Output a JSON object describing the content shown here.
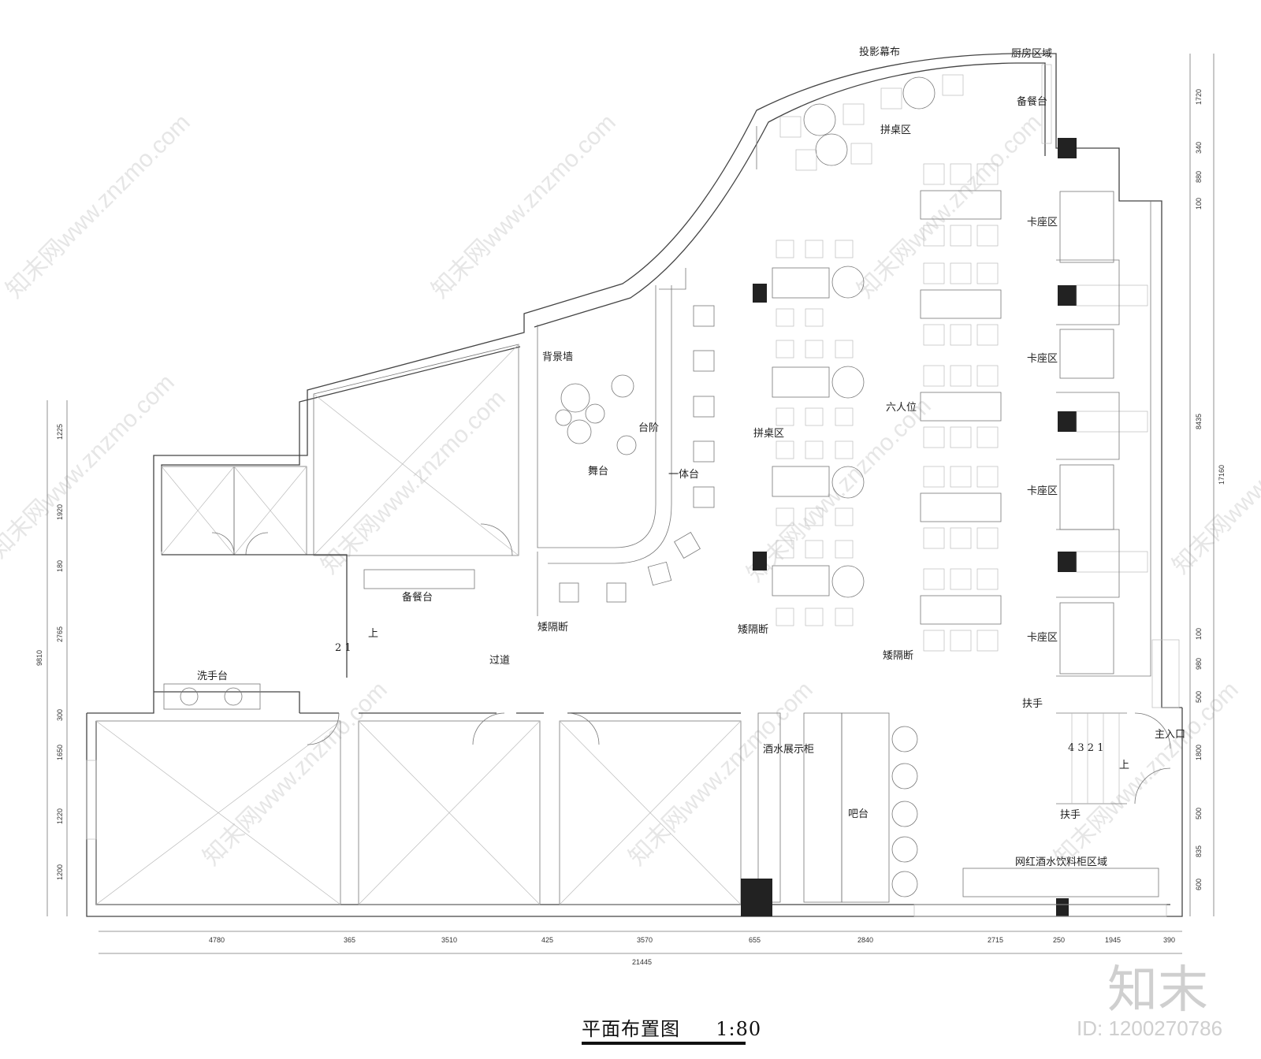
{
  "labels": {
    "projection_screen": "投影幕布",
    "kitchen_area": "厨房区域",
    "backup_counter_top": "备餐台",
    "joined_tables_top": "拼桌区",
    "booth_1": "卡座区",
    "booth_2": "卡座区",
    "booth_3": "卡座区",
    "booth_4": "卡座区",
    "backdrop_wall": "背景墙",
    "steps": "台阶",
    "stage": "舞台",
    "integrated_counter": "一体台",
    "joined_tables_mid": "拼桌区",
    "six_seat": "六人位",
    "backup_counter_mid": "备餐台",
    "partition_1": "矮隔断",
    "partition_2": "矮隔断",
    "partition_3": "矮隔断",
    "up_left": "上",
    "step_21": "2  1",
    "corridor": "过道",
    "wash_basin": "洗手台",
    "handrail_top": "扶手",
    "handrail_bottom": "扶手",
    "main_entrance": "主入口",
    "step_4321": "4  3  2  1",
    "up_right": "上",
    "wine_display": "酒水展示柜",
    "bar_counter": "吧台",
    "drinks_area": "网红酒水饮料柜区域"
  },
  "dimensions": {
    "bottom": [
      "4780",
      "365",
      "3510",
      "425",
      "3570",
      "655",
      "2840",
      "2715",
      "250",
      "1945",
      "390"
    ],
    "total_bottom": "21445",
    "left": [
      "1225",
      "1920",
      "180",
      "2765",
      "300",
      "1650",
      "1220",
      "1200"
    ],
    "total_left": "9810",
    "right": [
      "1720",
      "340",
      "880",
      "100",
      "8435",
      "100",
      "980",
      "500",
      "1800",
      "500",
      "835",
      "600"
    ],
    "total_right": "17160"
  },
  "title": "平面布置图",
  "scale": "1:80",
  "watermark": "知末网www.znzmo.com",
  "brand": "知末",
  "id_text": "ID: 1200270786"
}
